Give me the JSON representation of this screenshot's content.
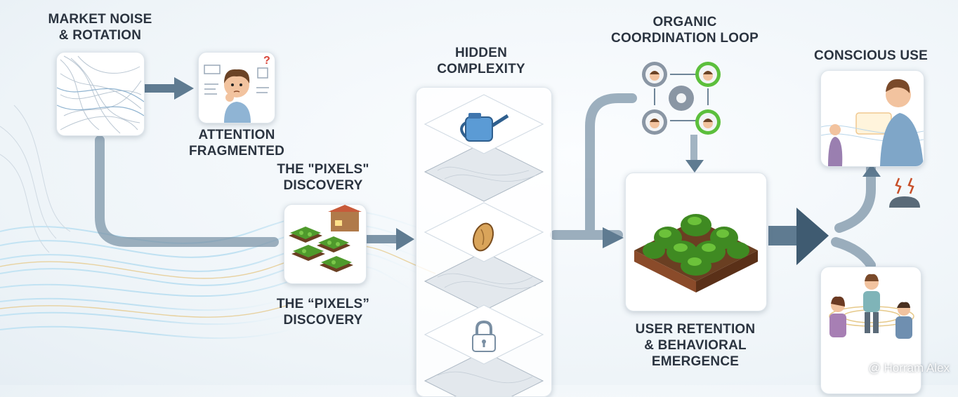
{
  "labels": {
    "market_noise": "MARKET NOISE\n& ROTATION",
    "attention": "ATTENTION\nFRAGMENTED",
    "pixels_discovery_top": "THE \"PIXELS\"\nDISCOVERY",
    "pixels_discovery_bottom": "THE “PIXELS”\nDISCOVERY",
    "hidden_complexity": "HIDDEN\nCOMPLEXITY",
    "coordination_loop": "ORGANIC\nCOORDINATION LOOP",
    "conscious_use": "CONSCIOUS USE",
    "user_retention": "USER RETENTION\n& BEHAVIORAL\nEMERGENCE"
  },
  "watermark": "@ Horram Alex",
  "colors": {
    "arrow": "#5f7b91",
    "text": "#2b3440",
    "gear_gray": "#8a96a4",
    "gear_green": "#5cbf3c",
    "plant": "#4f9a2c",
    "soil": "#8a4b2a",
    "wave_blue": "#9fd0ec",
    "wave_gold": "#e6c98a"
  },
  "icons": [
    "noise-lines-icon",
    "confused-person-icon",
    "pixel-farm-icon",
    "watering-can-icon",
    "seed-icon",
    "lock-icon",
    "gear-icon",
    "plant-field-icon",
    "conscious-person-icon",
    "group-people-icon",
    "alert-icon"
  ]
}
